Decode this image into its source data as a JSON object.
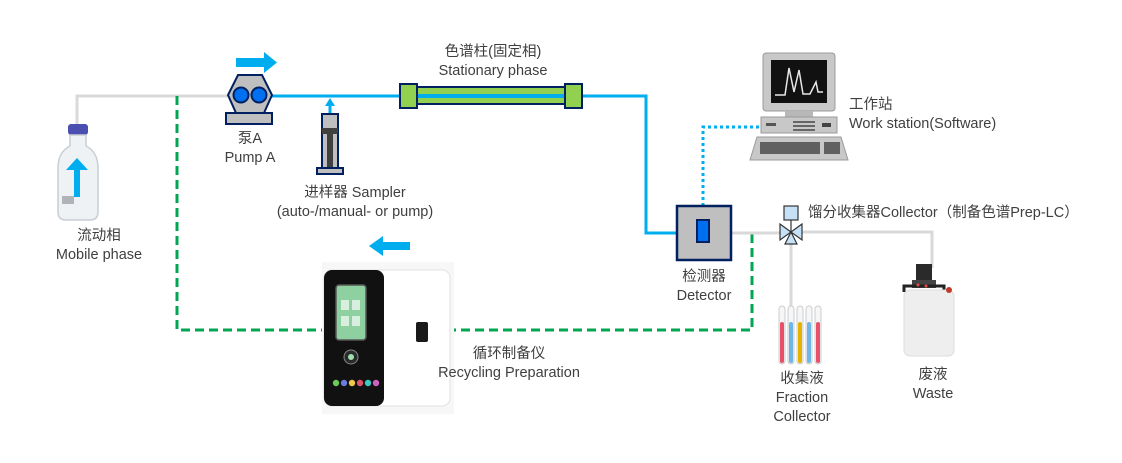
{
  "diagram": {
    "title": "Recycling preparative HPLC flow diagram",
    "colors": {
      "flow_line": "#00AEEF",
      "supply_line": "#D9D9D9",
      "recycle_line": "#00A651",
      "column_fill": "#92D050",
      "outline": "#002060",
      "detector_window": "#0070F0",
      "body_gray": "#BFBFBF"
    },
    "components": {
      "mobile_phase": {
        "zh": "流动相",
        "en": "Mobile phase"
      },
      "pump": {
        "zh": "泵A",
        "en": "Pump A"
      },
      "sampler": {
        "zh_en": "进样器 Sampler",
        "en2": "(auto-/manual- or pump)"
      },
      "column": {
        "zh": "色谱柱(固定相)",
        "en": "Stationary phase"
      },
      "workstation": {
        "zh": "工作站",
        "en": "Work station(Software)"
      },
      "detector": {
        "zh": "检测器",
        "en": "Detector"
      },
      "collector_valve": {
        "label": "馏分收集器Collector（制备色谱Prep-LC）"
      },
      "fraction_collector": {
        "zh": "收集液",
        "en": "Fraction",
        "en2": "Collector"
      },
      "waste": {
        "zh": "废液",
        "en": "Waste"
      },
      "recycler": {
        "zh": "循环制备仪",
        "en": "Recycling Preparation"
      }
    },
    "connections": [
      {
        "from": "mobile_phase",
        "to": "pump",
        "style": "supply"
      },
      {
        "from": "pump",
        "to": "column",
        "style": "flow"
      },
      {
        "from": "sampler",
        "to": "pump-column line",
        "style": "flow"
      },
      {
        "from": "column",
        "to": "detector",
        "style": "flow"
      },
      {
        "from": "detector",
        "to": "workstation",
        "style": "signal-dotted"
      },
      {
        "from": "detector",
        "to": "collector_valve",
        "style": "supply"
      },
      {
        "from": "collector_valve",
        "to": "fraction_collector",
        "style": "supply"
      },
      {
        "from": "collector_valve",
        "to": "waste",
        "style": "supply"
      },
      {
        "from": "detector outlet",
        "to": "pump inlet",
        "via": "recycler",
        "style": "recycle-dashed"
      }
    ],
    "flow_arrows": [
      {
        "near": "pump",
        "direction": "right"
      },
      {
        "near": "recycler",
        "direction": "left"
      },
      {
        "near": "mobile_phase",
        "direction": "up"
      },
      {
        "near": "sampler",
        "direction": "up"
      }
    ],
    "test_tube_colors": [
      "#E8506A",
      "#6FB6E8",
      "#E5B400",
      "#6FB6E8",
      "#E8506A"
    ]
  }
}
